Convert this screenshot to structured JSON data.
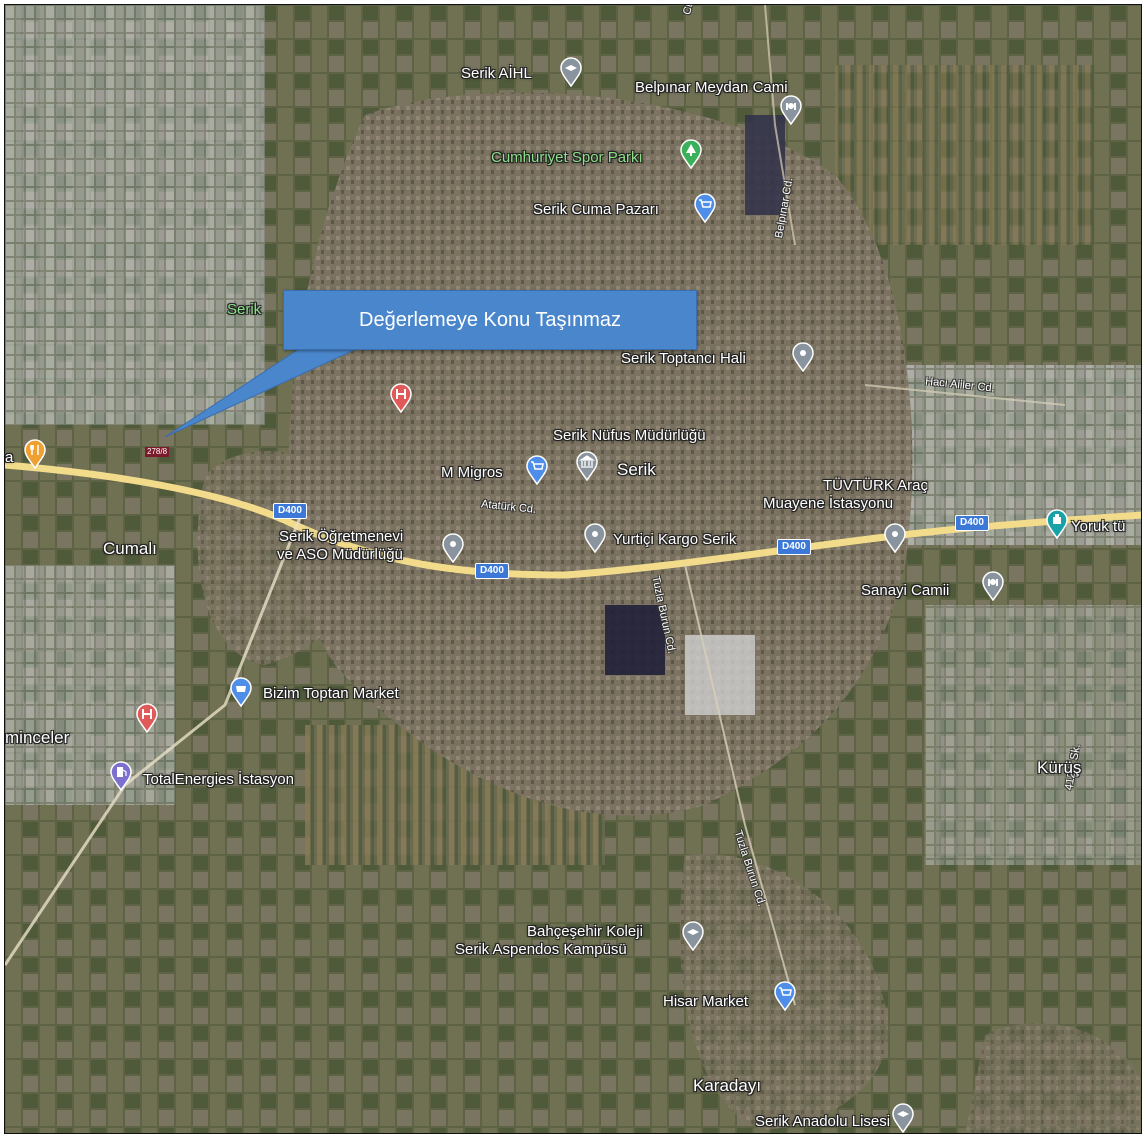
{
  "callout": {
    "text": "Değerlemeye Konu Taşınmaz"
  },
  "parcel_label": "278/8",
  "colors": {
    "callout_fill": "#4a86cc",
    "hospital_pin": "#e05a5a",
    "blue_pin": "#4f8ee8",
    "gray_pin": "#8a949e",
    "green_pin": "#3bb05a",
    "orange_pin": "#f0a030",
    "teal_pin": "#16a2a6",
    "purple_pin": "#7b6fd0",
    "highway": "#f2dc8c"
  },
  "places": {
    "serik_aihl": "Serik AİHL",
    "belpinar_cami": "Belpınar Meydan Cami",
    "cumhuriyet_park": "Cumhuriyet Spor Parkı",
    "cuma_pazari": "Serik Cuma Pazarı",
    "serik_partial": "Serik",
    "toptanci_hali": "Serik Toptancı Hali",
    "nufus": "Serik Nüfus Müdürlüğü",
    "migros": "M Migros",
    "serik_town": "Serik",
    "tuvturk_1": "TÜVTÜRK Araç",
    "tuvturk_2": "Muayene İstasyonu",
    "yoruk": "Yoruk tü",
    "cumali": "Cumalı",
    "ogretmenevi_1": "Serik Öğretmenevi",
    "ogretmenevi_2": "ve ASO Müdürlüğü",
    "yurtici": "Yurtiçi Kargo Serik",
    "sanayi_camii": "Sanayi Camii",
    "bizim_toptan": "Bizim Toptan Market",
    "minceler": "minceler",
    "totalenergies": "TotalEnergies İstasyon",
    "kurus": "Kürüş",
    "bahcesehir_1": "Bahçeşehir Koleji",
    "bahcesehir_2": "Serik Aspendos Kampüsü",
    "hisar_market": "Hisar Market",
    "karadayi": "Karadayı",
    "anadolu_lisesi": "Serik Anadolu Lisesi",
    "left_edge": "a"
  },
  "roads": {
    "cumhuriyet": "Cumhuriye",
    "belpinar_cd": "Belpınar Cd.",
    "haci_aliler": "Hacı Aliler Cd.",
    "ataturk_cd": "Atatürk Cd.",
    "tuzla_burun_1": "Tuzla Burun Cd.",
    "tuzla_burun_2": "Tuzla Burun Cd.",
    "sk_4124": "4124. Sk."
  },
  "highway_shields": [
    "D400",
    "D400",
    "D400",
    "D400"
  ]
}
